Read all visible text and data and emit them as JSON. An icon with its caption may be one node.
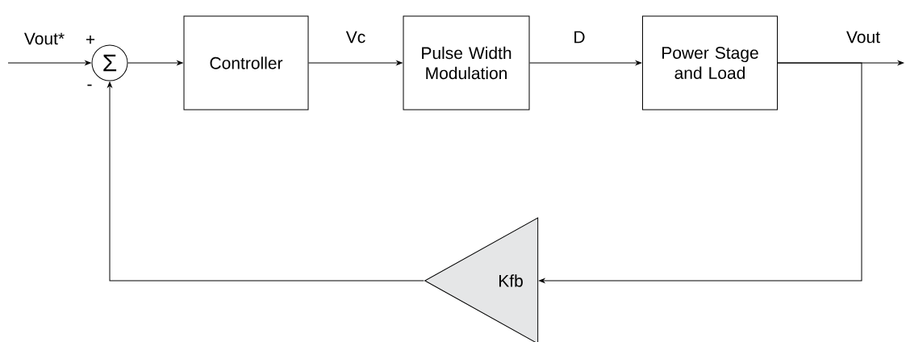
{
  "diagram": {
    "nodes": [
      {
        "text": [
          "Σ"
        ],
        "beside": [
          "+",
          "-"
        ]
      },
      {
        "text": [
          "Controller"
        ]
      },
      {
        "text": [
          "Pulse Width Modulation"
        ]
      },
      {
        "text": [
          "Power Stage and Load"
        ]
      },
      {
        "text": [
          "Kfb"
        ]
      }
    ],
    "edges": [
      {
        "from": null,
        "to": 0,
        "arrow": "to",
        "label": "Vout*"
      },
      {
        "from": 0,
        "to": 1,
        "arrow": "to"
      },
      {
        "from": 1,
        "to": 2,
        "arrow": "to",
        "label": "Vc"
      },
      {
        "from": 2,
        "to": 3,
        "arrow": "to",
        "label": "D"
      },
      {
        "from": 3,
        "to": null,
        "arrow": "to",
        "label": "Vout"
      },
      {
        "from": 3,
        "to": 4,
        "arrow": "to"
      },
      {
        "from": 4,
        "to": 0,
        "arrow": "to"
      }
    ]
  }
}
